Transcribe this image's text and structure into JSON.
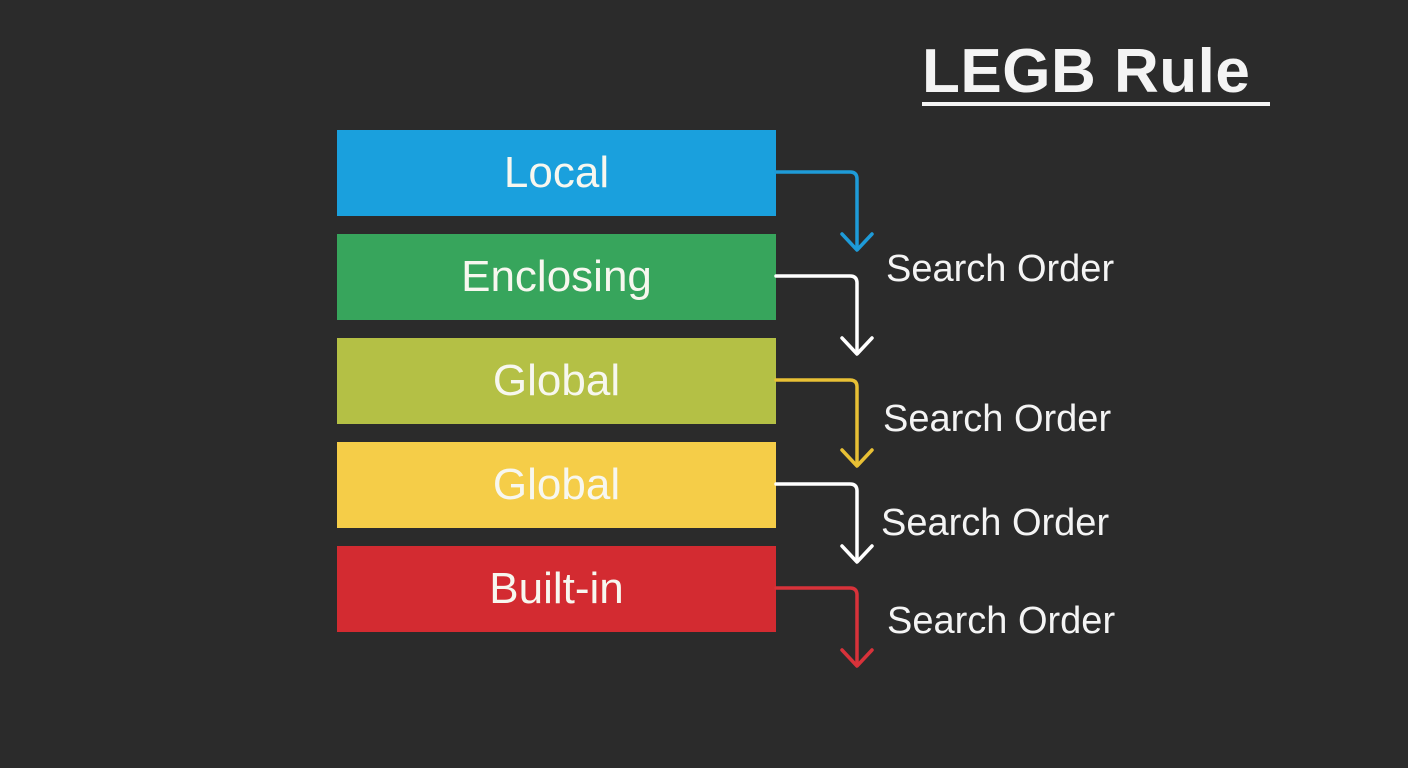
{
  "title": "LEGB Rule",
  "scopes": [
    {
      "label": "Local",
      "color": "#1aa0dd"
    },
    {
      "label": "Enclosing",
      "color": "#37a55c"
    },
    {
      "label": "Global",
      "color": "#b4c045"
    },
    {
      "label": "Global",
      "color": "#f5cd48"
    },
    {
      "label": "Built-in",
      "color": "#d32b31"
    }
  ],
  "arrows": [
    {
      "color": "#1e9bd8"
    },
    {
      "color": "#ffffff"
    },
    {
      "color": "#e8c035"
    },
    {
      "color": "#ffffff"
    },
    {
      "color": "#d8323a"
    }
  ],
  "search_labels": [
    "Search Order",
    "Search Order",
    "Search Order",
    "Search Order"
  ]
}
